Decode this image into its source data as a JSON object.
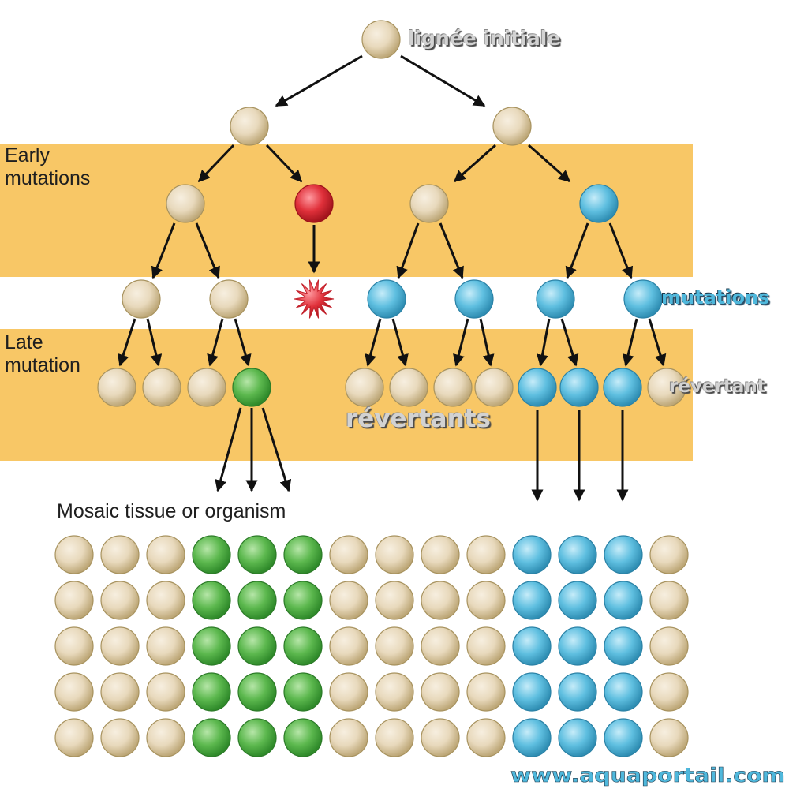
{
  "labels": {
    "lignee_initiale": "lignée initiale",
    "early_mutations": [
      "Early",
      "mutations"
    ],
    "late_mutation": [
      "Late",
      "mutation"
    ],
    "mutations": "mutations",
    "revertant": "révertant",
    "revertants": "révertants",
    "mosaic": "Mosaic tissue or organism",
    "website": "www.aquaportail.com"
  },
  "colors": {
    "band": "#f8c766",
    "wild_type_cell": "#e8d9bc",
    "red_cell": "#e0303a",
    "blue_cell": "#5fbfe0",
    "green_cell": "#5cb84e",
    "arrow": "#111111",
    "overlay_grey": "#d2d2d2",
    "overlay_blue": "#4fb8dc"
  },
  "tree": {
    "root": {
      "type": "wild"
    },
    "level1": [
      "wild",
      "wild"
    ],
    "level2": [
      "wild",
      "red",
      "wild",
      "blue"
    ],
    "level3": [
      "wild",
      "wild",
      "dead-cell-burst",
      "blue",
      "blue",
      "blue",
      "blue"
    ],
    "level4": [
      "wild",
      "wild",
      "wild",
      "green",
      "wild",
      "wild",
      "wild",
      "wild",
      "blue",
      "blue",
      "blue",
      "wild"
    ]
  },
  "mosaic": {
    "rows": 5,
    "columns": [
      "wild",
      "wild",
      "wild",
      "green",
      "green",
      "green",
      "wild",
      "wild",
      "wild",
      "wild",
      "blue",
      "blue",
      "blue",
      "wild"
    ]
  }
}
